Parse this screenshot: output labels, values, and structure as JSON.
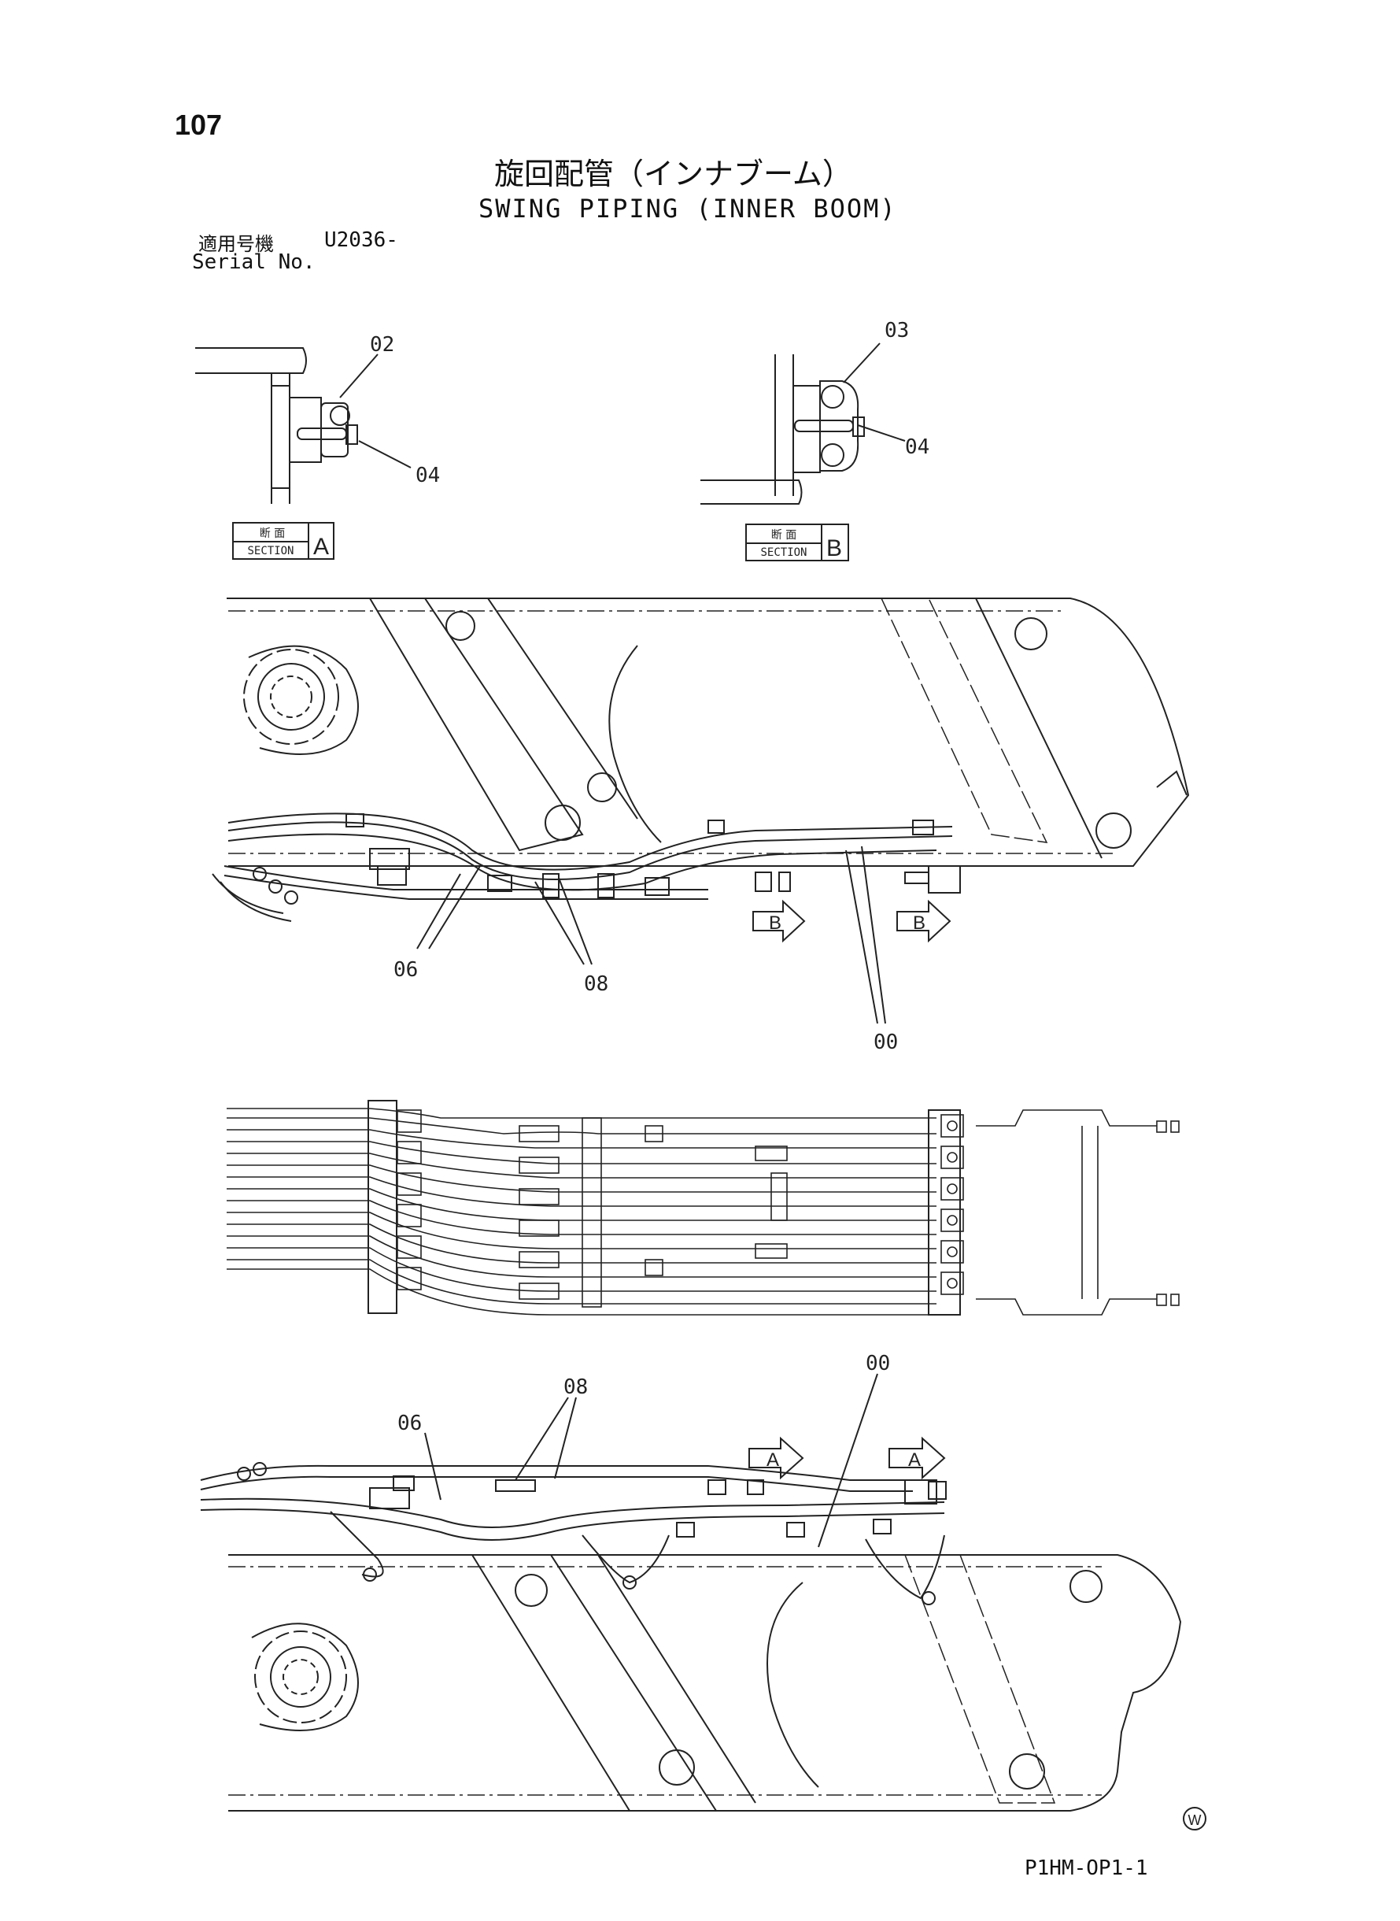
{
  "page": {
    "number": "107",
    "doc_code": "P1HM-OP1-1",
    "watermark_letter": "W"
  },
  "title": {
    "jp": "旋回配管（インナブーム）",
    "en": "SWING PIPING (INNER BOOM)"
  },
  "serial": {
    "jp_label": "適用号機",
    "value": "U2036-",
    "en_label": "Serial No."
  },
  "sections": {
    "a": {
      "jp": "断 面",
      "en": "SECTION",
      "letter": "A",
      "callouts": [
        "02",
        "04"
      ]
    },
    "b": {
      "jp": "断 面",
      "en": "SECTION",
      "letter": "B",
      "callouts": [
        "03",
        "04"
      ]
    }
  },
  "view_markers": {
    "b": "B",
    "a": "A"
  },
  "side_view_upper": {
    "callouts": [
      "06",
      "08",
      "00"
    ]
  },
  "side_view_lower": {
    "callouts": [
      "06",
      "08",
      "00"
    ]
  }
}
